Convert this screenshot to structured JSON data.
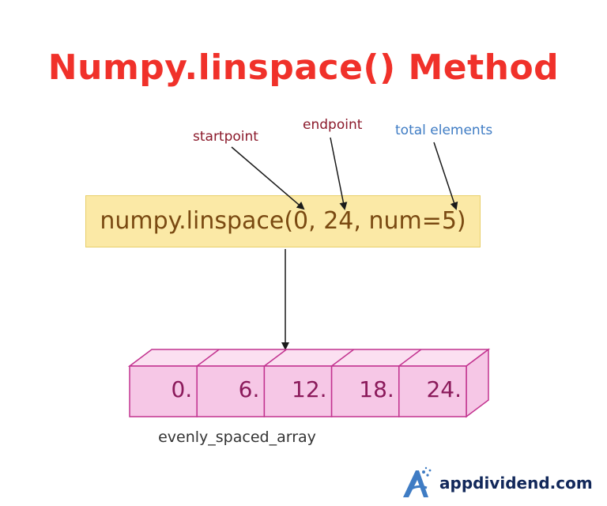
{
  "title": "Numpy.linspace() Method",
  "colors": {
    "title": "#f0312a",
    "startpoint_label": "#8b1a2b",
    "endpoint_label": "#8b1a2b",
    "total_elements_label": "#3f7cc4",
    "code_text": "#7a4a12",
    "code_box_fill": "#fbe9a6",
    "array_fill": "#f6c7e6",
    "array_top_fill": "#fbe0f1",
    "array_stroke": "#c2338f",
    "array_value_text": "#8b1a5b",
    "array_name_text": "#333333",
    "brand_text": "#12285a",
    "brand_icon": "#3f7cc4",
    "arrow": "#1a1a1a"
  },
  "annotations": {
    "startpoint": "startpoint",
    "endpoint": "endpoint",
    "total_elements": "total elements"
  },
  "code": "numpy.linspace(0, 24, num=5)",
  "array": {
    "values": [
      "0.",
      "6.",
      "12.",
      "18.",
      "24."
    ],
    "name": "evenly_spaced_array"
  },
  "brand": {
    "name": "appdividend.com",
    "icon": "appdividend-logo-icon"
  }
}
